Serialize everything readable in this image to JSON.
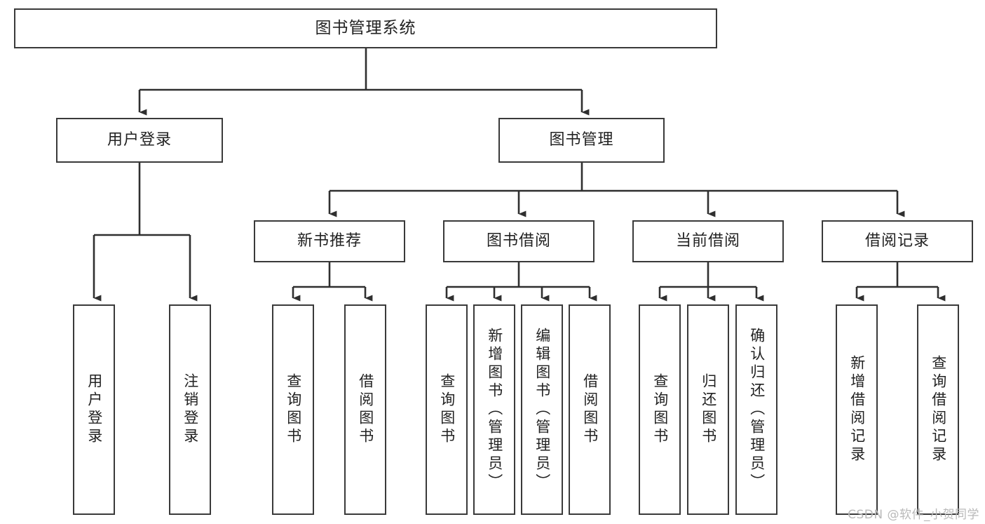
{
  "diagram": {
    "title": "图书管理系统",
    "type": "tree-hierarchy",
    "root": {
      "id": "root",
      "label": "图书管理系统"
    },
    "level2": [
      {
        "id": "user-login",
        "label": "用户登录"
      },
      {
        "id": "book-manage",
        "label": "图书管理"
      }
    ],
    "level3": [
      {
        "id": "new-book-rec",
        "label": "新书推荐",
        "parent": "book-manage"
      },
      {
        "id": "book-borrow",
        "label": "图书借阅",
        "parent": "book-manage"
      },
      {
        "id": "current-borrow",
        "label": "当前借阅",
        "parent": "book-manage"
      },
      {
        "id": "borrow-record",
        "label": "借阅记录",
        "parent": "book-manage"
      }
    ],
    "leaves": {
      "user_login": [
        {
          "id": "leaf-user-login",
          "label": "用户登录"
        },
        {
          "id": "leaf-user-logout",
          "label": "注销登录"
        }
      ],
      "new_book_rec": [
        {
          "id": "leaf-query-book-1",
          "label": "查询图书"
        },
        {
          "id": "leaf-borrow-book-1",
          "label": "借阅图书"
        }
      ],
      "book_borrow": [
        {
          "id": "leaf-query-book-2",
          "label": "查询图书"
        },
        {
          "id": "leaf-add-book",
          "label": "新增图书（管理员）"
        },
        {
          "id": "leaf-edit-book",
          "label": "编辑图书（管理员）"
        },
        {
          "id": "leaf-borrow-book-2",
          "label": "借阅图书"
        }
      ],
      "current_borrow": [
        {
          "id": "leaf-query-book-3",
          "label": "查询图书"
        },
        {
          "id": "leaf-return-book",
          "label": "归还图书"
        },
        {
          "id": "leaf-confirm-return",
          "label": "确认归还（管理员）"
        }
      ],
      "borrow_record": [
        {
          "id": "leaf-add-record",
          "label": "新增借阅记录"
        },
        {
          "id": "leaf-query-record",
          "label": "查询借阅记录"
        }
      ]
    },
    "watermark": "CSDN @软件_小贺同学",
    "colors": {
      "stroke": "#3a3a3a",
      "fill": "#ffffff",
      "text": "#222222",
      "watermark": "#b9b9b9"
    }
  }
}
